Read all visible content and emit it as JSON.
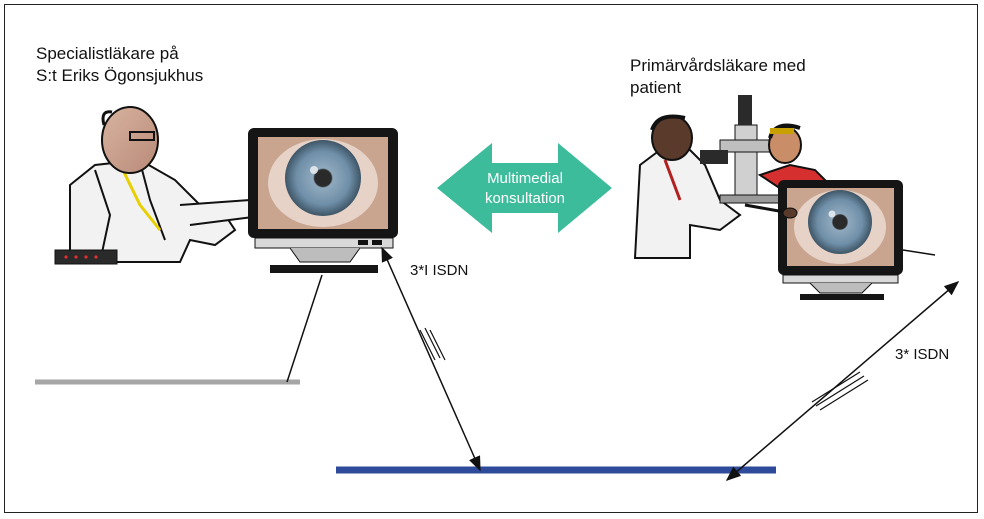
{
  "left_label": [
    "Specialistläkare på",
    "S:t Eriks Ögonsjukhus"
  ],
  "right_label": [
    "Primärvårdsläkare med",
    "patient"
  ],
  "center_arrow": [
    "Multimedial",
    "konsultation"
  ],
  "isdn_left": "3*I ISDN",
  "isdn_right": "3* ISDN",
  "colors": {
    "arrow": "#3dbc9c",
    "network_line": "#2e4a9a",
    "left_line": "#a6a6a6",
    "iris": "#6f8fa8",
    "monitor": "#151515"
  }
}
